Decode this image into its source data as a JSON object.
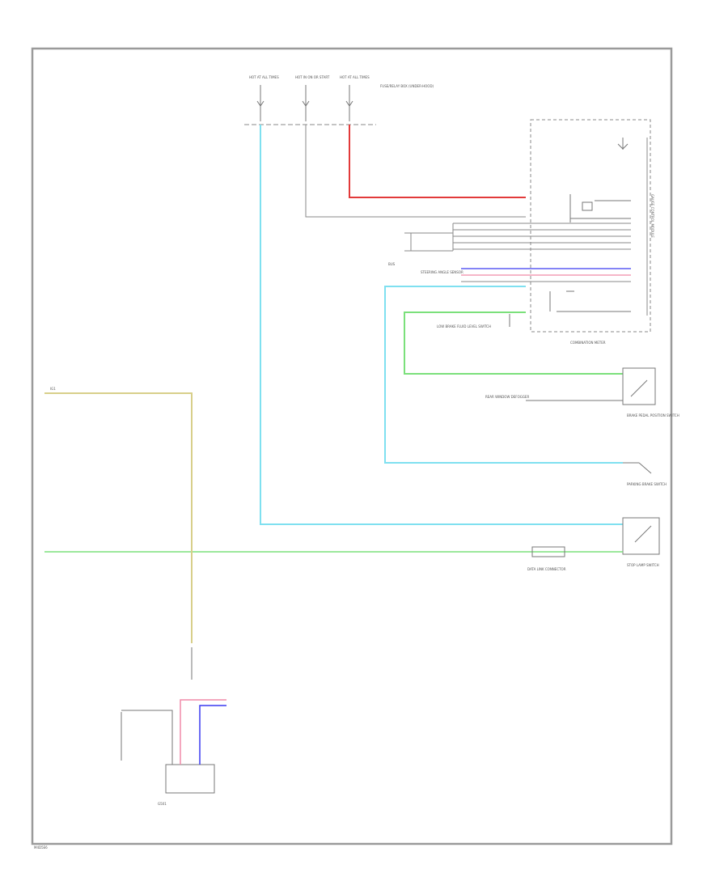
{
  "labels": {
    "fuse_top_1": "HOT AT ALL TIMES",
    "fuse_top_2": "HOT IN ON OR START",
    "fuse_top_3": "HOT AT ALL TIMES",
    "fuse_box": "FUSE/RELAY BOX (UNDER-HOOD)",
    "combination_meter": "COMBINATION METER",
    "gauge_control": "GAUGE CONTROL MODULE",
    "bus_label": "BUS",
    "low_fuel": "LOW BRAKE FLUID LEVEL SWITCH",
    "brake_pedal": "BRAKE PEDAL POSITION SWITCH",
    "parking_brake": "PARKING BRAKE SWITCH",
    "stop_lamp": "STOP LAMP SWITCH",
    "data_link": "DATA LINK CONNECTOR",
    "rear_window": "REAR WINDOW DEFOGGER",
    "steering": "STEERING ANGLE SENSOR",
    "gnd_left": "G501",
    "page_code": "M4D5E6",
    "ign": "IG1"
  },
  "colors": {
    "frame": "#9a9a9a",
    "wire_gray": "#8a8a8a",
    "wire_red": "#e23a3a",
    "wire_cyan": "#7fe0f0",
    "wire_green": "#7be07b",
    "wire_blue": "#3a3af0",
    "wire_pink": "#f08aa8",
    "wire_yellow": "#d8cf8a"
  }
}
